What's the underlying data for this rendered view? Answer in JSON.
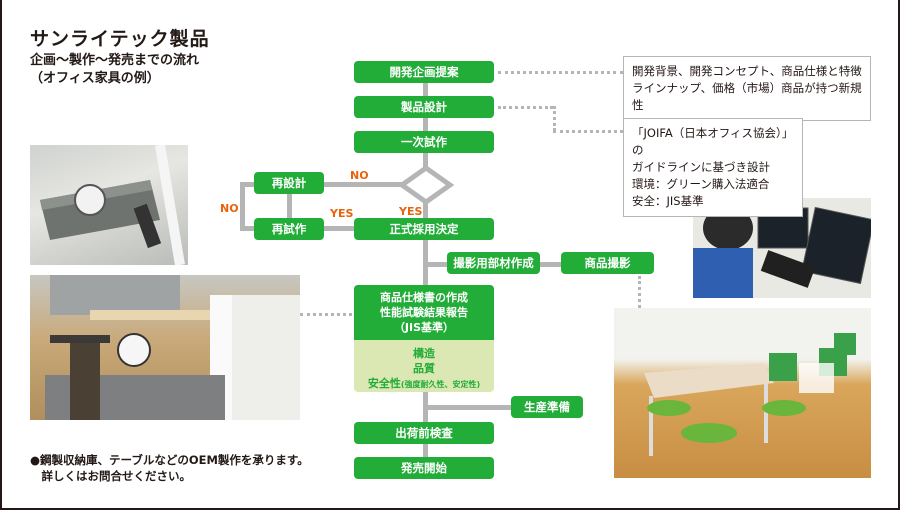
{
  "header": {
    "title": "サンライテック製品",
    "subtitle_line1": "企画〜製作〜発売までの流れ",
    "subtitle_line2": "（オフィス家具の例）"
  },
  "flow": {
    "planning": "開発企画提案",
    "design": "製品設計",
    "prototype": "一次試作",
    "redesign": "再設計",
    "reprototype": "再試作",
    "adoption": "正式採用決定",
    "photo_materials": "撮影用部材作成",
    "product_photo": "商品撮影",
    "spec_line1": "商品仕様書の作成",
    "spec_line2": "性能試験結果報告",
    "spec_line3": "（JIS基準）",
    "spec_sub_line1": "構造",
    "spec_sub_line2": "品質",
    "spec_sub_line3": "安全性",
    "spec_sub_line3_small": "(強度耐久性、安定性)",
    "production_prep": "生産準備",
    "inspection": "出荷前検査",
    "launch": "発売開始"
  },
  "labels": {
    "no": "NO",
    "yes": "YES"
  },
  "notes": {
    "planning_line1": "開発背景、開発コンセプト、商品仕様と特徴",
    "planning_line2": "ラインナップ、価格（市場）商品が持つ新規性",
    "design_line1": "「JOIFA（日本オフィス協会）」の",
    "design_line2": "ガイドラインに基づき設計",
    "design_line3": "環境：グリーン購入法適合",
    "design_line4": "安全：JIS基準"
  },
  "footer": {
    "line1": "●鋼製収納庫、テーブルなどのOEM製作を承ります。",
    "line2": "　詳しくはお問合せください。"
  },
  "colors": {
    "box_green": "#22ac38",
    "sub_green_bg": "#dbe8b4",
    "label_orange": "#e8630a",
    "connector_gray": "#b5b5b5"
  }
}
